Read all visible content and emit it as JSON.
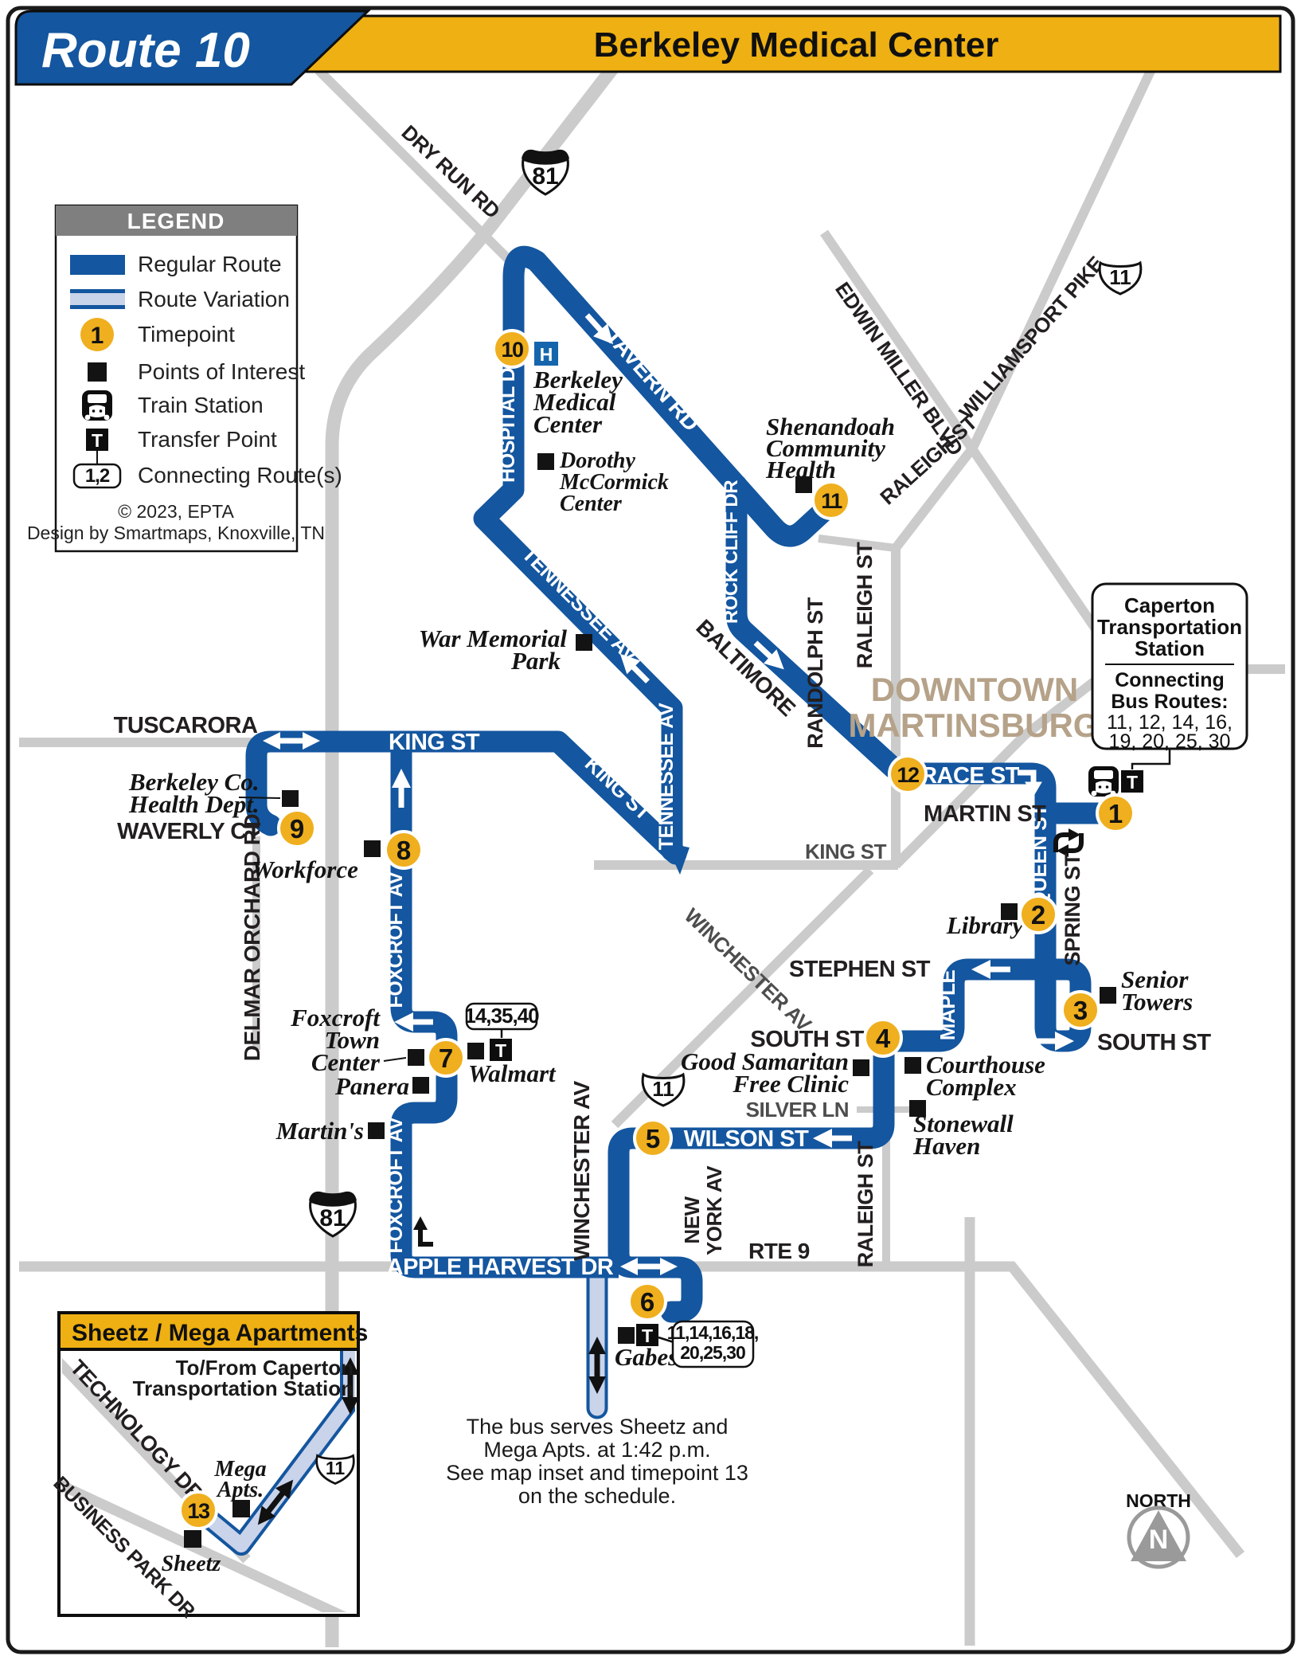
{
  "header": {
    "route": "Route 10",
    "title": "Berkeley Medical Center"
  },
  "colors": {
    "route_blue": "#14569f",
    "route_variation_fill": "#c9d3ea",
    "timepoint_gold": "#efaf1e",
    "header_gold": "#eeb012",
    "road_gray": "#cbcbcb",
    "downtown_tan": "#b5a289",
    "legend_header_gray": "#7f7f7f"
  },
  "legend": {
    "title": "LEGEND",
    "regular": "Regular Route",
    "variation": "Route Variation",
    "timepoint": "Timepoint",
    "sample_timepoint": "1",
    "poi": "Points of Interest",
    "train": "Train Station",
    "transfer": "Transfer Point",
    "connecting": "Connecting Route(s)",
    "sample_connecting": "1,2",
    "copyright": "© 2023, EPTA",
    "design": "Design by Smartmaps, Knoxville, TN"
  },
  "caperton": {
    "l1": "Caperton",
    "l2": "Transportation",
    "l3": "Station",
    "c1": "Connecting",
    "c2": "Bus Routes:",
    "r1": "11, 12, 14, 16,",
    "r2": "19, 20, 25, 30"
  },
  "downtown": {
    "l1": "DOWNTOWN",
    "l2": "MARTINSBURG"
  },
  "streets": {
    "tavern": "TAVERN RD",
    "hospital": "HOSPITAL DR",
    "rockcliff": "ROCK CLIFF DR",
    "baltimore": "BALTIMORE",
    "randolph": "RANDOLPH ST",
    "race": "RACE ST",
    "queen": "QUEEN ST",
    "martin": "MARTIN ST",
    "spring": "SPRING ST",
    "stephen": "STEPHEN ST",
    "maple": "MAPLE",
    "south": "SOUTH ST",
    "silver": "SILVER LN",
    "wilson": "WILSON ST",
    "raleigh": "RALEIGH ST",
    "newyork1": "NEW",
    "newyork2": "YORK AV",
    "rte9": "RTE 9",
    "apple": "APPLE HARVEST DR",
    "foxcroft": "FOXCROFT AV",
    "king": "KING ST",
    "tennessee": "TENNESSEE AV",
    "winchester": "WINCHESTER AV",
    "tuscarora": "TUSCARORA",
    "waverly": "WAVERLY CT",
    "delmar": "DELMAR ORCHARD RD",
    "dryrun": "DRY RUN RD",
    "edwin": "EDWIN MILLER BLVD",
    "williamsport": "WILLIAMSPORT PIKE"
  },
  "pois": {
    "berkeley1": "Berkeley",
    "berkeley2": "Medical",
    "berkeley3": "Center",
    "dorothy1": "Dorothy",
    "dorothy2": "McCormick",
    "dorothy3": "Center",
    "shen1": "Shenandoah",
    "shen2": "Community",
    "shen3": "Health",
    "war1": "War Memorial",
    "war2": "Park",
    "bchd1": "Berkeley Co.",
    "bchd2": "Health Dept.",
    "workforce": "Workforce",
    "library": "Library",
    "senior1": "Senior",
    "senior2": "Towers",
    "court1": "Courthouse",
    "court2": "Complex",
    "good1": "Good Samaritan",
    "good2": "Free Clinic",
    "stone1": "Stonewall",
    "stone2": "Haven",
    "ftc1": "Foxcroft",
    "ftc2": "Town",
    "ftc3": "Center",
    "panera": "Panera",
    "martins": "Martin's",
    "walmart": "Walmart",
    "gabes": "Gabes",
    "mega1": "Mega",
    "mega2": "Apts.",
    "sheetz": "Sheetz"
  },
  "timepoints": [
    "1",
    "2",
    "3",
    "4",
    "5",
    "6",
    "7",
    "8",
    "9",
    "10",
    "11",
    "12",
    "13"
  ],
  "shields": {
    "i81": "81",
    "us11": "11"
  },
  "boxes": {
    "walmart": "14,35,40",
    "gabes1": "11,14,16,18,",
    "gabes2": "20,25,30"
  },
  "inset": {
    "title": "Sheetz / Mega Apartments",
    "tofrom1": "To/From Caperton",
    "tofrom2": "Transportation Station",
    "technology": "TECHNOLOGY DR",
    "businesspark": "BUSINESS PARK DR"
  },
  "note": {
    "l1": "The bus serves Sheetz and",
    "l2": "Mega Apts. at 1:42 p.m.",
    "l3": "See map inset and timepoint 13",
    "l4": "on the schedule."
  },
  "compass": {
    "label": "NORTH",
    "n": "N"
  },
  "icons": {
    "h": "H",
    "t": "T"
  }
}
